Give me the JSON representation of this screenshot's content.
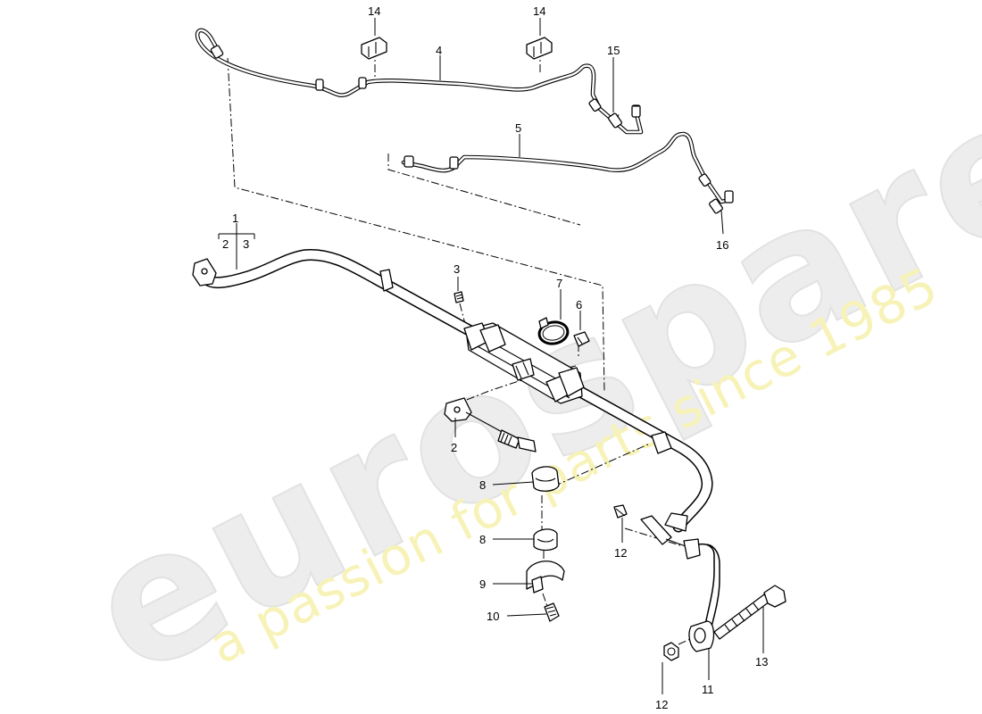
{
  "watermark": {
    "brand": "eurospares",
    "tagline": "a passion for parts since 1985"
  },
  "callouts": [
    {
      "id": "c1",
      "label": "1"
    },
    {
      "id": "c2a",
      "label": "2"
    },
    {
      "id": "c3a",
      "label": "3"
    },
    {
      "id": "c2b",
      "label": "2"
    },
    {
      "id": "c3b",
      "label": "3"
    },
    {
      "id": "c4",
      "label": "4"
    },
    {
      "id": "c5",
      "label": "5"
    },
    {
      "id": "c6",
      "label": "6"
    },
    {
      "id": "c7",
      "label": "7"
    },
    {
      "id": "c8a",
      "label": "8"
    },
    {
      "id": "c8b",
      "label": "8"
    },
    {
      "id": "c9",
      "label": "9"
    },
    {
      "id": "c10",
      "label": "10"
    },
    {
      "id": "c11",
      "label": "11"
    },
    {
      "id": "c12a",
      "label": "12"
    },
    {
      "id": "c12b",
      "label": "12"
    },
    {
      "id": "c13",
      "label": "13"
    },
    {
      "id": "c14a",
      "label": "14"
    },
    {
      "id": "c14b",
      "label": "14"
    },
    {
      "id": "c15",
      "label": "15"
    },
    {
      "id": "c16",
      "label": "16"
    }
  ]
}
